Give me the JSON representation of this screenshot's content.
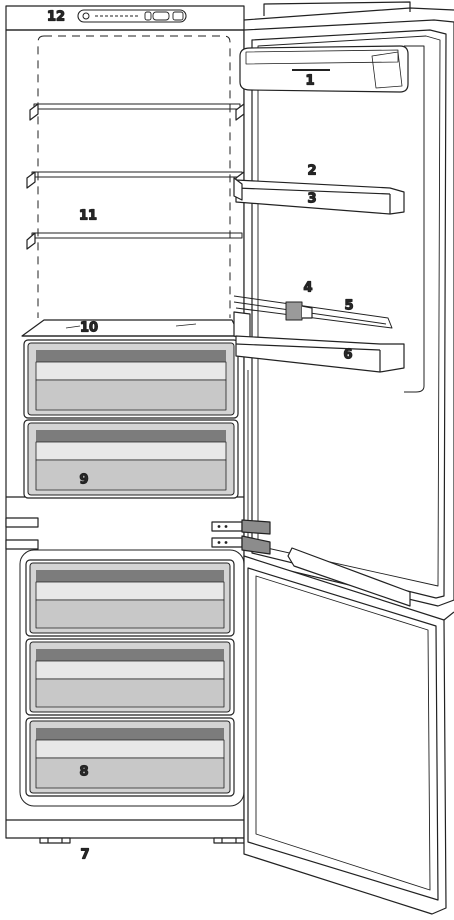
{
  "callouts": [
    {
      "id": "1",
      "label": "1"
    },
    {
      "id": "2",
      "label": "2"
    },
    {
      "id": "3",
      "label": "3"
    },
    {
      "id": "4",
      "label": "4"
    },
    {
      "id": "5",
      "label": "5"
    },
    {
      "id": "6",
      "label": "6"
    },
    {
      "id": "7",
      "label": "7"
    },
    {
      "id": "8",
      "label": "8"
    },
    {
      "id": "9",
      "label": "9"
    },
    {
      "id": "10",
      "label": "10"
    },
    {
      "id": "11",
      "label": "11"
    },
    {
      "id": "12",
      "label": "12"
    }
  ],
  "colors": {
    "line": "#222222",
    "drawer_fill": "#cfcfcf",
    "drawer_dark": "#8a8a8a",
    "hinge_fill": "#8c8c8c",
    "door_edge": "#e6e6e6"
  }
}
